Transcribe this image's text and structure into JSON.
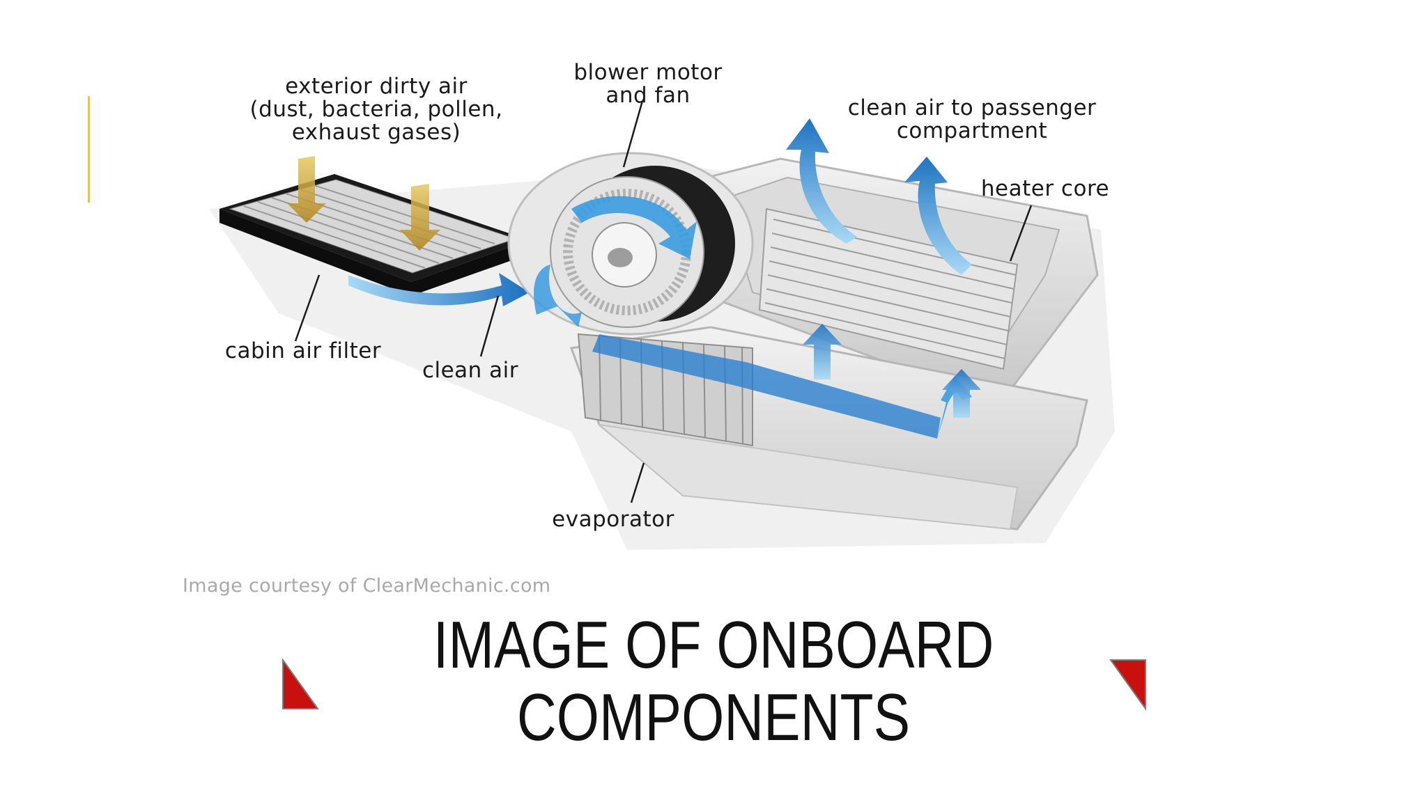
{
  "slide": {
    "title_line1": "IMAGE OF ONBOARD",
    "title_line2": "COMPONENTS",
    "credit": "Image courtesy of ClearMechanic.com"
  },
  "diagram": {
    "labels": {
      "exterior_air": "exterior dirty air\n(dust, bacteria, pollen,\nexhaust gases)",
      "blower": "blower motor\nand fan",
      "clean_air_passenger": "clean air to passenger\ncompartment",
      "heater_core": "heater core",
      "cabin_filter": "cabin air filter",
      "clean_air": "clean air",
      "evaporator": "evaporator"
    }
  },
  "colors": {
    "accent_line": "#e2c35a",
    "triangle": "#c8100f",
    "airflow_blue": "#2a8fd6",
    "dirty_air": "#c9a032"
  }
}
